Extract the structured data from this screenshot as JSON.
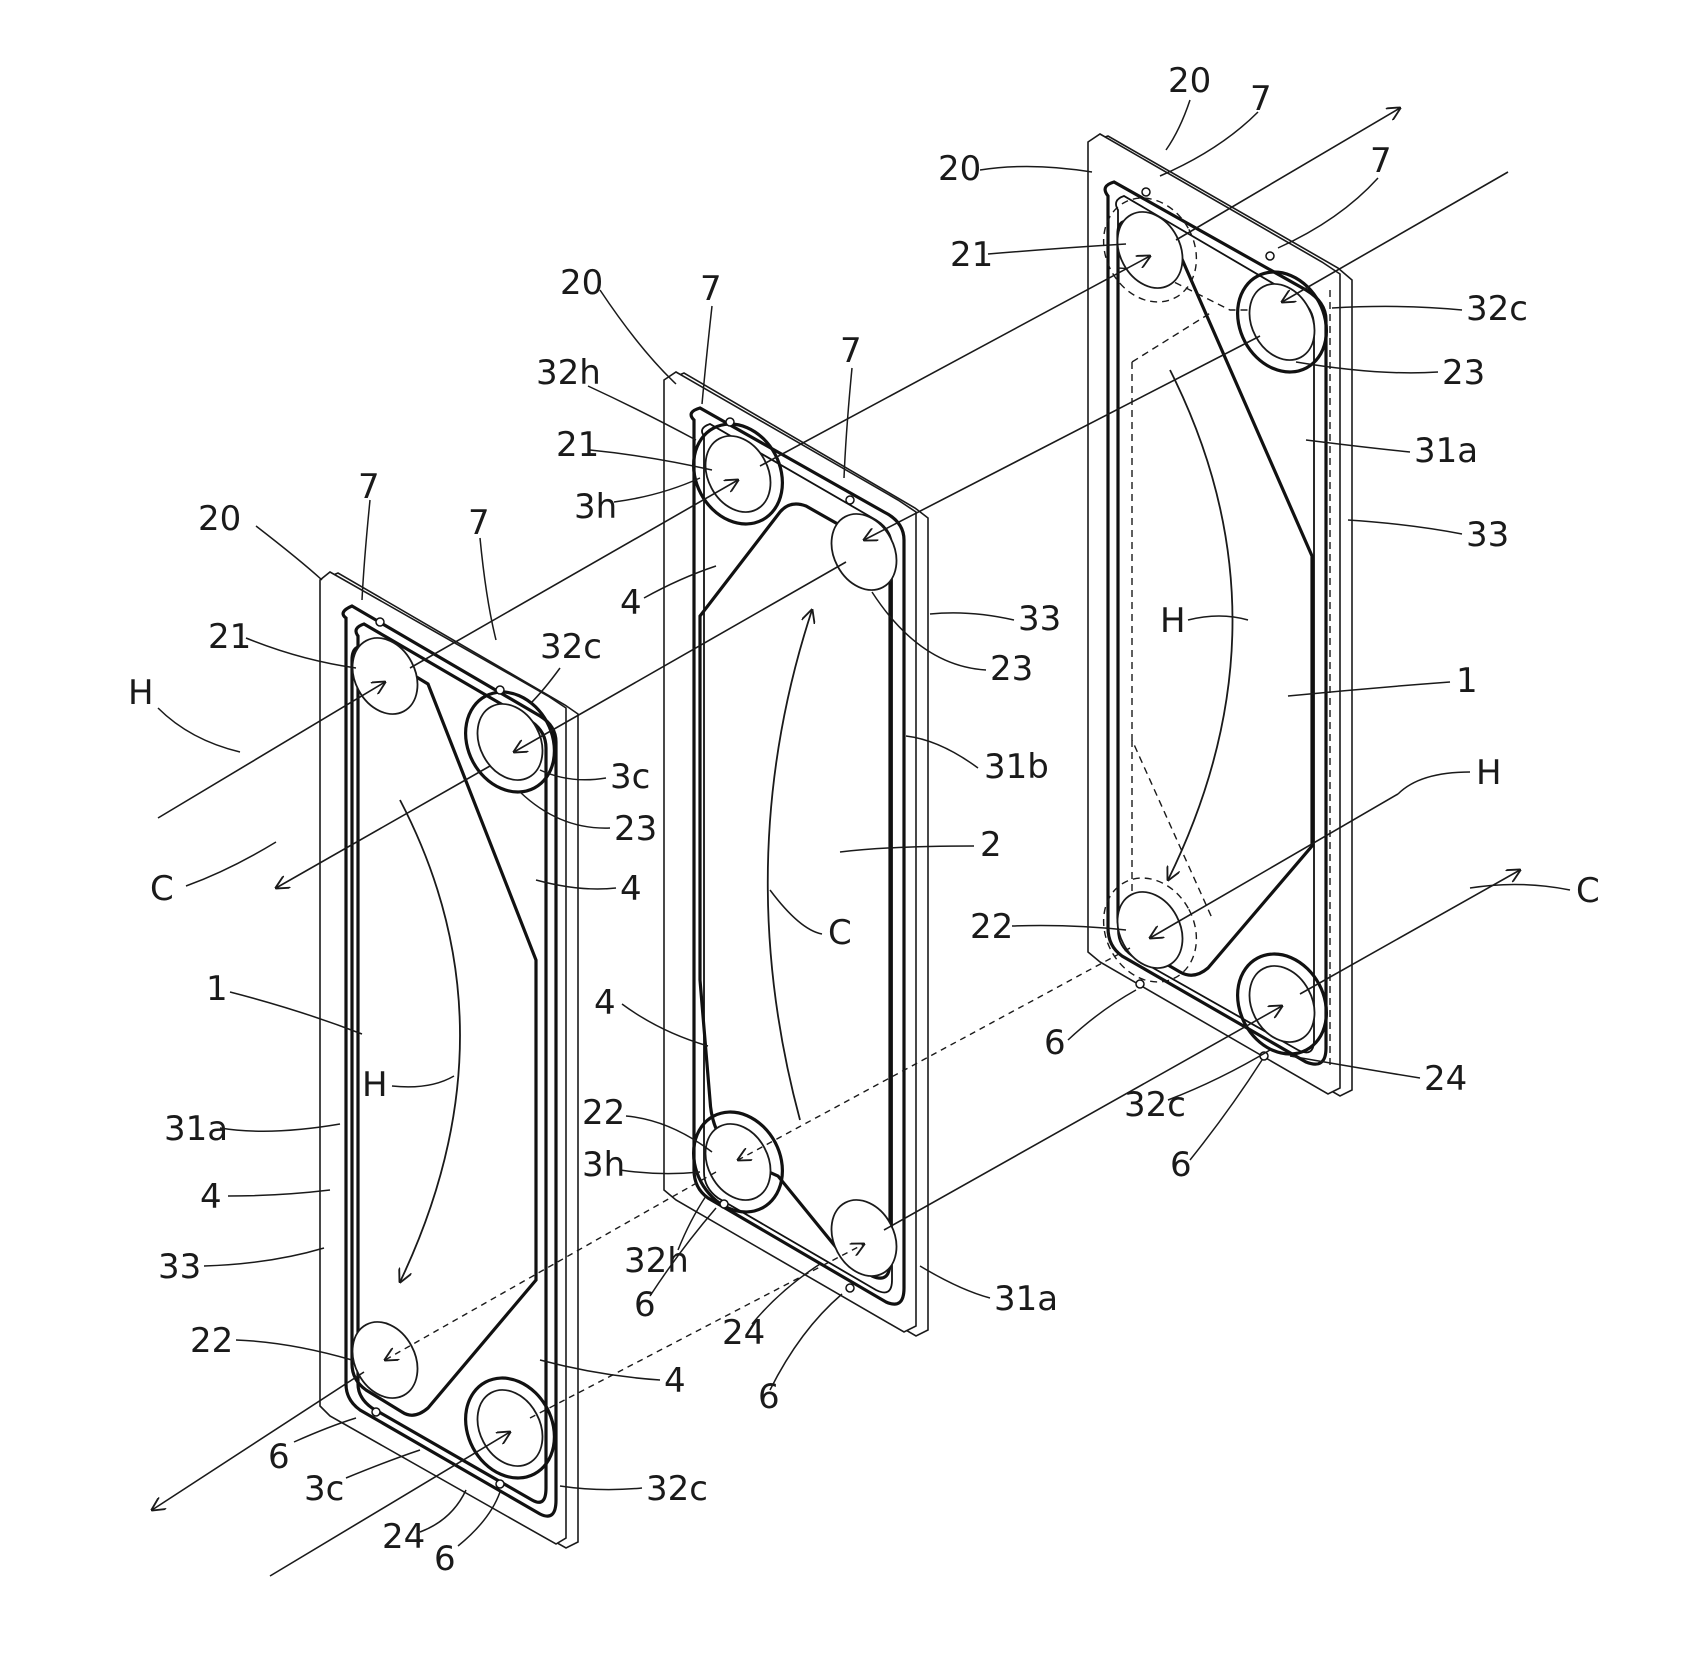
{
  "labels": {
    "c1": "H",
    "c2": "C",
    "p1_20": "20",
    "p1_7a": "7",
    "p1_7b": "7",
    "p1_21": "21",
    "p1_32c_top": "32c",
    "p1_3c_top": "3c",
    "p1_23": "23",
    "p1_4_top": "4",
    "p1_1": "1",
    "p1_H": "H",
    "p1_31a": "31a",
    "p1_4_mid": "4",
    "p1_33": "33",
    "p1_22": "22",
    "p1_4_bot": "4",
    "p1_6a": "6",
    "p1_3c_bot": "3c",
    "p1_24": "24",
    "p1_6b": "6",
    "p1_32c_bot": "32c",
    "p2_20": "20",
    "p2_7a": "7",
    "p2_7b": "7",
    "p2_32h_top": "32h",
    "p2_21": "21",
    "p2_3h_top": "3h",
    "p2_4_top": "4",
    "p2_33": "33",
    "p2_23": "23",
    "p2_31b": "31b",
    "p2_2": "2",
    "p2_C": "C",
    "p2_4_mid": "4",
    "p2_22": "22",
    "p2_3h_bot": "3h",
    "p2_32h_bot": "32h",
    "p2_6a": "6",
    "p2_24": "24",
    "p2_6b": "6",
    "p2_31a": "31a",
    "p3_20a": "20",
    "p3_20b": "20",
    "p3_7a": "7",
    "p3_7b": "7",
    "p3_21": "21",
    "p3_32c_top": "32c",
    "p3_23": "23",
    "p3_31a": "31a",
    "p3_33": "33",
    "p3_H": "H",
    "p3_1": "1",
    "p3_Hflow": "H",
    "p3_C": "C",
    "p3_22": "22",
    "p3_6a": "6",
    "p3_24": "24",
    "p3_32c_bot": "32c",
    "p3_6b": "6"
  }
}
